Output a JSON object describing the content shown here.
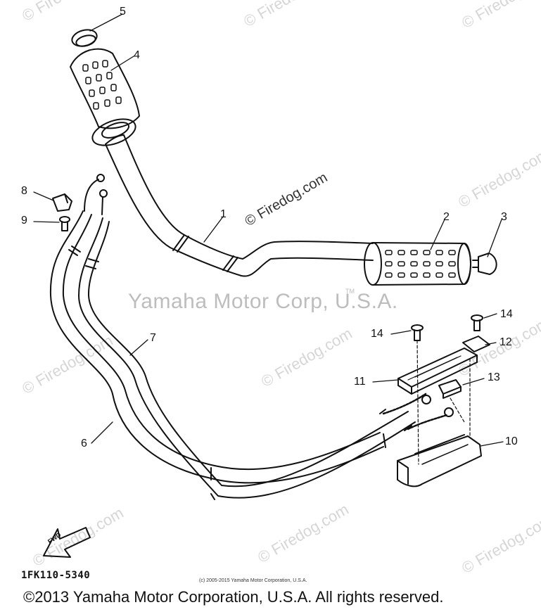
{
  "watermarks": {
    "brand": "© Firedog.com",
    "center": "© Firedog.com",
    "main": "Yamaha Motor Corp, U.S.A.",
    "main_tm": "TM"
  },
  "callouts": [
    "1",
    "2",
    "3",
    "4",
    "5",
    "6",
    "7",
    "8",
    "9",
    "10",
    "11",
    "12",
    "13",
    "14",
    "14"
  ],
  "part_code": "1FK110-5340",
  "small_copyright": "(c) 2005-2015 Yamaha Motor Corporation, U.S.A.",
  "footer": "©2013 Yamaha Motor Corporation, U.S.A. All rights reserved.",
  "fwd_label": "FWD"
}
